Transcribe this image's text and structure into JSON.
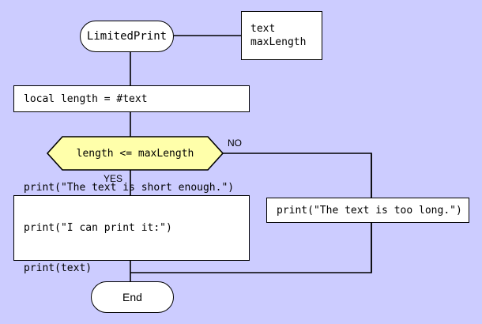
{
  "diagram": {
    "title": "LimitedPrint flowchart",
    "background_color": "#ccccff",
    "stroke_color": "#000000",
    "node_fill": "#ffffff",
    "decision_fill": "#ffffaa"
  },
  "nodes": {
    "start": {
      "label": "LimitedPrint",
      "shape": "terminal"
    },
    "parameters": {
      "line1": "text",
      "line2": "maxLength",
      "shape": "annotation"
    },
    "assign_length": {
      "label": "local length = #text",
      "shape": "process"
    },
    "condition": {
      "label": "length <= maxLength",
      "shape": "decision"
    },
    "print_short": {
      "line1": "print(\"The text is short enough.\")",
      "line2": "print(\"I can print it:\")",
      "line3": "print(text)",
      "shape": "process"
    },
    "print_long": {
      "label": "print(\"The text is too long.\")",
      "shape": "process"
    },
    "end": {
      "label": "End",
      "shape": "terminal"
    }
  },
  "edge_labels": {
    "yes": "YES",
    "no": "NO"
  }
}
